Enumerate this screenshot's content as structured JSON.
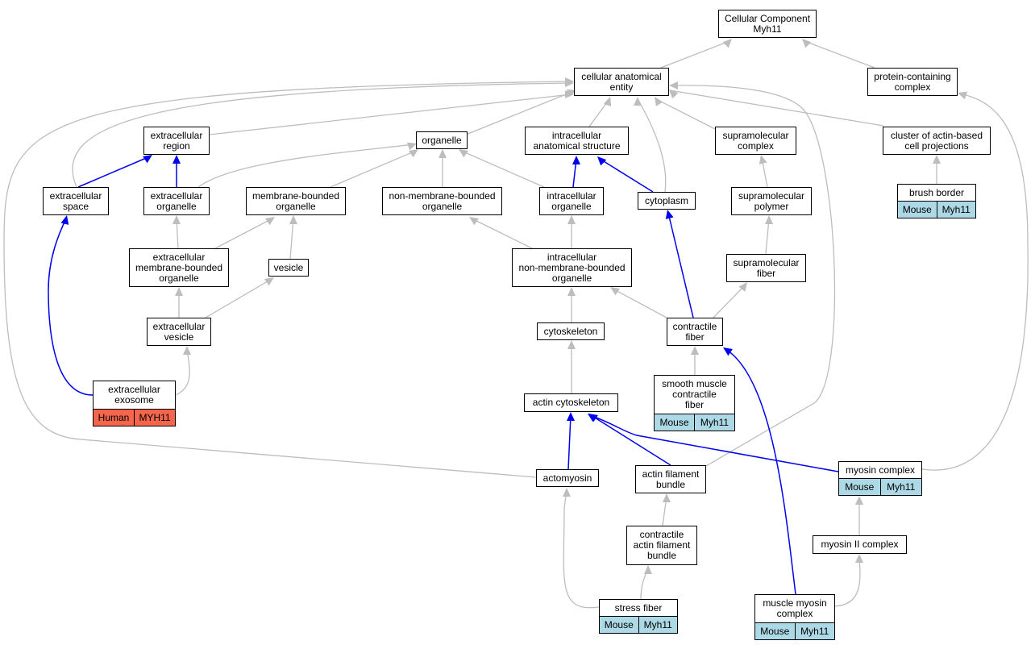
{
  "colors": {
    "is_a_edge": "#bdbdbd",
    "part_of_edge": "#0000ee",
    "mouse_tag": "#add8e6",
    "human_tag": "#f4664b"
  },
  "nodes": {
    "root": {
      "text": "Cellular Component\nMyh11"
    },
    "cae": {
      "text": "cellular anatomical\nentity"
    },
    "pcc": {
      "text": "protein-containing\ncomplex"
    },
    "ecr": {
      "text": "extracellular\nregion"
    },
    "org": {
      "text": "organelle"
    },
    "ias": {
      "text": "intracellular\nanatomical structure"
    },
    "smc": {
      "text": "supramolecular\ncomplex"
    },
    "cabp": {
      "text": "cluster of actin-based\ncell projections"
    },
    "ecs": {
      "text": "extracellular\nspace"
    },
    "eco": {
      "text": "extracellular\norganelle"
    },
    "mbo": {
      "text": "membrane-bounded\norganelle"
    },
    "nmbo": {
      "text": "non-membrane-bounded\norganelle"
    },
    "ico": {
      "text": "intracellular\norganelle"
    },
    "cyto": {
      "text": "cytoplasm"
    },
    "smp": {
      "text": "supramolecular\npolymer"
    },
    "bb": {
      "text": "brush border",
      "species": "Mouse",
      "gene": "Myh11"
    },
    "embo": {
      "text": "extracellular\nmembrane-bounded\norganelle"
    },
    "ves": {
      "text": "vesicle"
    },
    "inmbo": {
      "text": "intracellular\nnon-membrane-bounded\norganelle"
    },
    "smf": {
      "text": "supramolecular\nfiber"
    },
    "ecv": {
      "text": "extracellular\nvesicle"
    },
    "csk": {
      "text": "cytoskeleton"
    },
    "cf": {
      "text": "contractile\nfiber"
    },
    "smcf": {
      "text": "smooth muscle\ncontractile\nfiber",
      "species": "Mouse",
      "gene": "Myh11"
    },
    "exo": {
      "text": "extracellular\nexosome",
      "species": "Human",
      "gene": "MYH11"
    },
    "acsk": {
      "text": "actin cytoskeleton"
    },
    "am": {
      "text": "actomyosin"
    },
    "afb": {
      "text": "actin filament\nbundle"
    },
    "mc": {
      "text": "myosin complex",
      "species": "Mouse",
      "gene": "Myh11"
    },
    "cafb": {
      "text": "contractile\nactin filament\nbundle"
    },
    "m2c": {
      "text": "myosin II complex"
    },
    "sf": {
      "text": "stress fiber",
      "species": "Mouse",
      "gene": "Myh11"
    },
    "mmc": {
      "text": "muscle myosin\ncomplex",
      "species": "Mouse",
      "gene": "Myh11"
    }
  }
}
